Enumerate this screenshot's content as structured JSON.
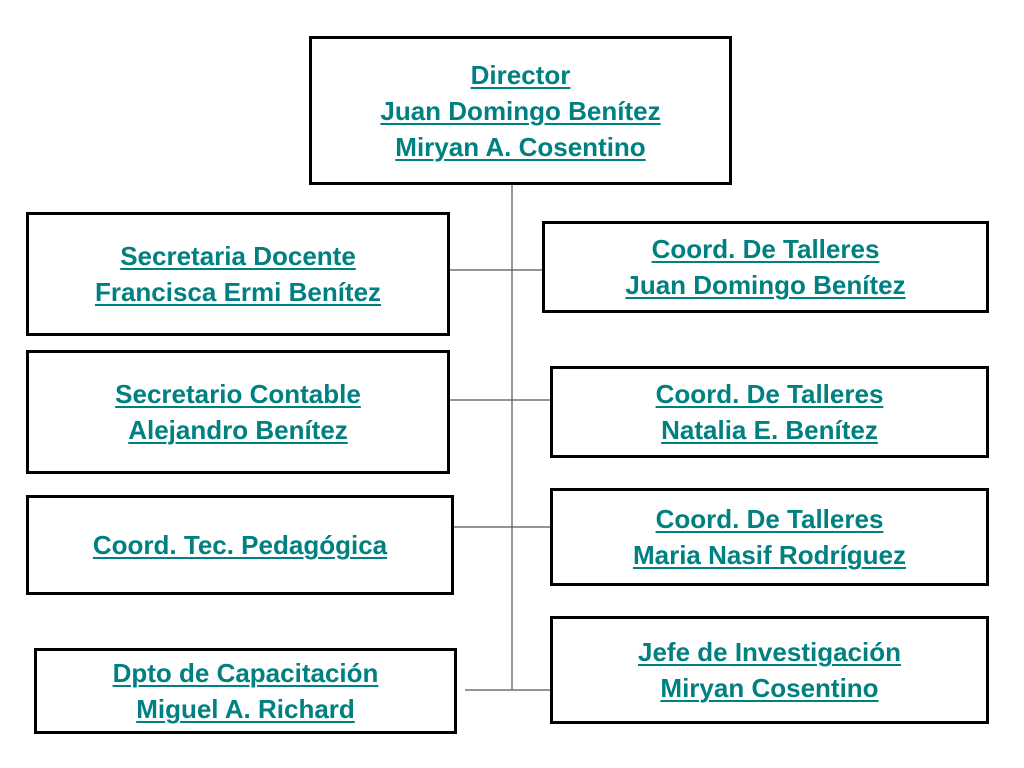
{
  "org_chart": {
    "director": {
      "title": "Director",
      "names": [
        "Juan Domingo Benítez",
        "Miryan A. Cosentino"
      ]
    },
    "left_units": [
      {
        "title": "Secretaria Docente ",
        "person": "Francisca Ermi Benítez"
      },
      {
        "title": "Secretario Contable",
        "person": "Alejandro Benítez"
      },
      {
        "title": "Coord. Tec. Pedagógica"
      },
      {
        "title": "Dpto de Capacitación",
        "person": "Miguel A. Richard"
      }
    ],
    "right_units": [
      {
        "title": "Coord. De Talleres",
        "person": "Juan Domingo Benítez"
      },
      {
        "title": "Coord. De Talleres",
        "person": "Natalia E. Benítez"
      },
      {
        "title": "Coord. De Talleres",
        "person": "Maria Nasif Rodríguez"
      },
      {
        "title": "Jefe de Investigación",
        "person": "Miryan Cosentino"
      }
    ]
  },
  "colors": {
    "link_text": "#008080",
    "box_border": "#000000",
    "connector": "#555555",
    "background": "#ffffff"
  }
}
